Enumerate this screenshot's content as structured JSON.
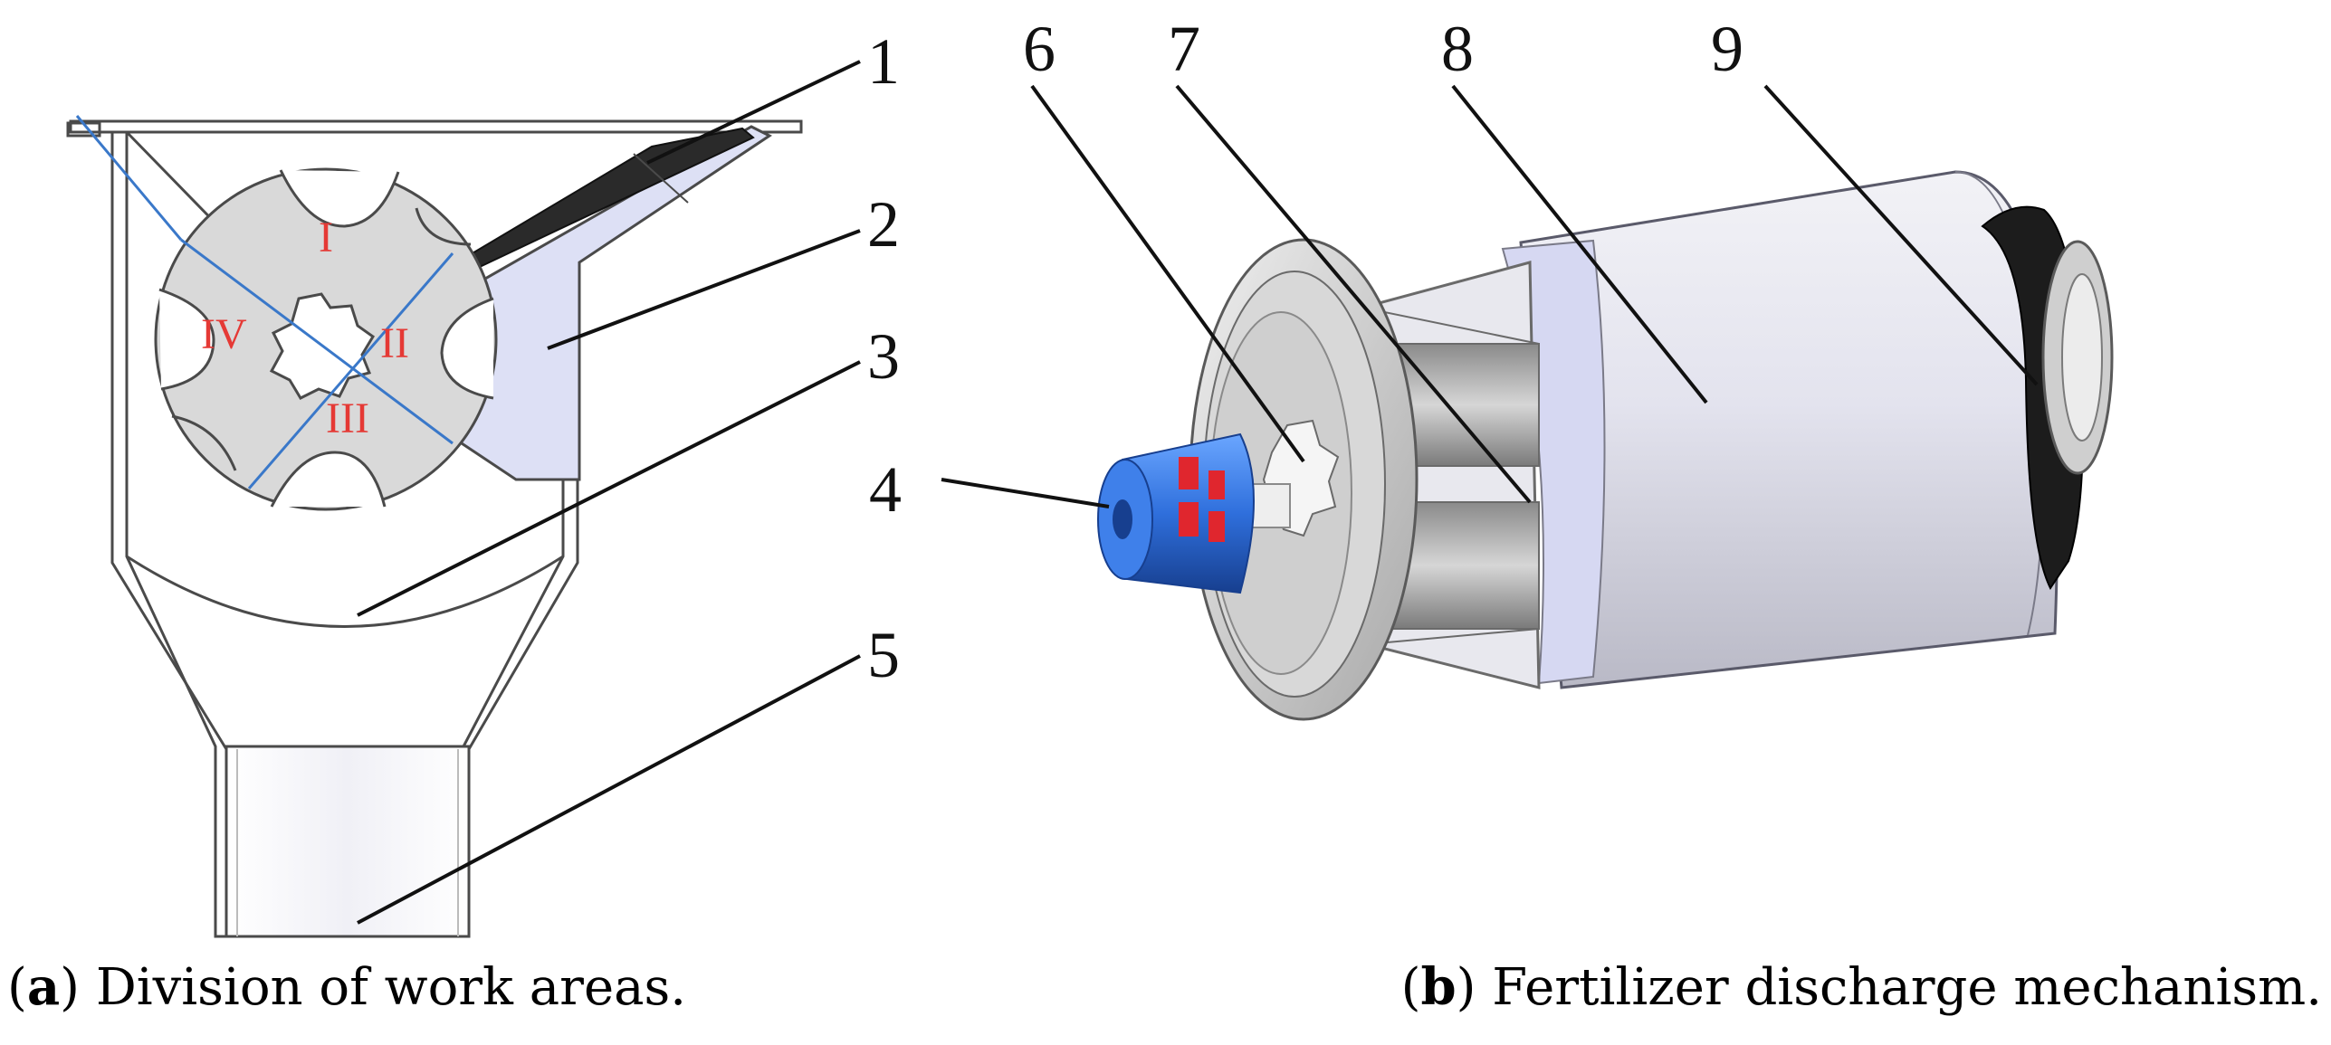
{
  "callouts": [
    "1",
    "2",
    "3",
    "4",
    "5",
    "6",
    "7",
    "8",
    "9"
  ],
  "zones": [
    "I",
    "II",
    "III",
    "IV"
  ],
  "captions": {
    "a": {
      "tag": "a",
      "text": "Division of work areas."
    },
    "b": {
      "tag": "b",
      "text": "Fertilizer discharge mechanism."
    }
  },
  "colors": {
    "outline": "#4a4a4a",
    "wheel_fill": "#d9d9d9",
    "zone_label": "#e53935",
    "zone_line": "#3a78c9",
    "lavender_part": "#dde0f5",
    "coupling_blue": "#2f6fdc",
    "coupling_red": "#e0262e",
    "seal_black": "#1c1c1c"
  }
}
